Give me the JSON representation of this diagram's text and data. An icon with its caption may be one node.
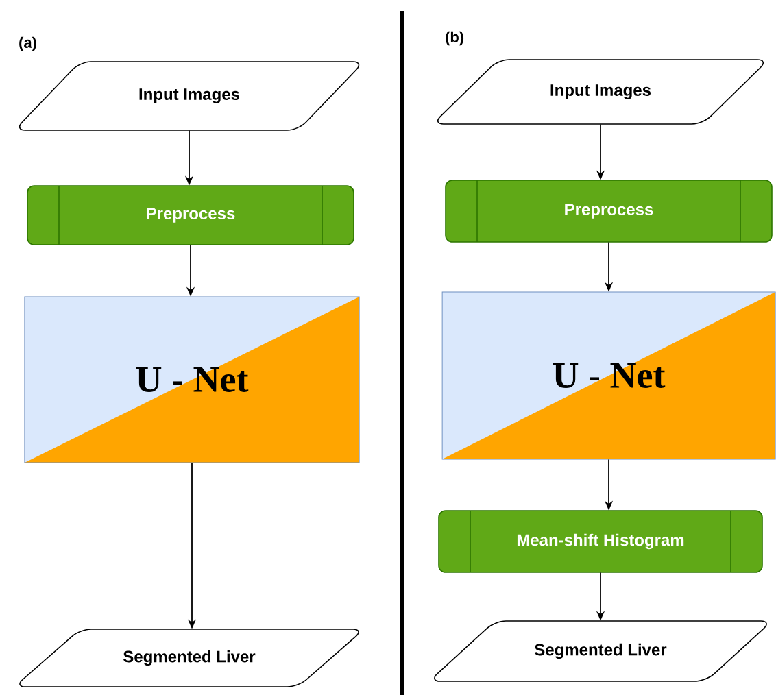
{
  "diagram": {
    "nodes": [
      {
        "text": [
          "Input Images"
        ]
      },
      {
        "text": [
          "Preprocess"
        ]
      },
      {
        "text": [
          "U - Net"
        ]
      },
      {
        "text": [
          "Segmented Liver"
        ]
      },
      {
        "text": [
          "Input Images"
        ]
      },
      {
        "text": [
          "Preprocess"
        ]
      },
      {
        "text": [
          "U - Net"
        ]
      },
      {
        "text": [
          "Mean-shift Histogram"
        ]
      },
      {
        "text": [
          "Segmented Liver"
        ]
      }
    ],
    "edges": [
      {
        "from": 0,
        "to": 1,
        "arrow": "to"
      },
      {
        "from": 1,
        "to": 2,
        "arrow": "to"
      },
      {
        "from": 2,
        "to": 3,
        "arrow": "to"
      },
      {
        "from": 4,
        "to": 5,
        "arrow": "to"
      },
      {
        "from": 5,
        "to": 6,
        "arrow": "to"
      },
      {
        "from": 6,
        "to": 7,
        "arrow": "to"
      },
      {
        "from": 7,
        "to": 8,
        "arrow": "to"
      }
    ],
    "labels": [
      "(a)",
      "(b)"
    ]
  }
}
